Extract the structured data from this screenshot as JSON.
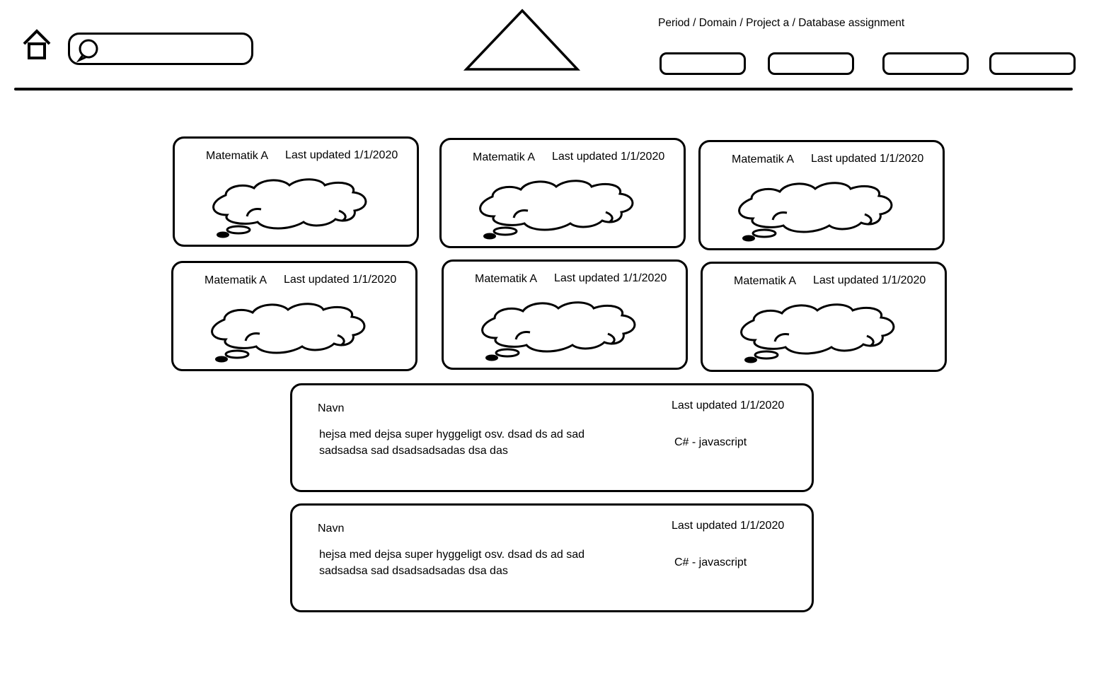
{
  "header": {
    "search": {
      "placeholder": ""
    },
    "breadcrumb": [
      "Period",
      "Domain",
      "Project a",
      "Database assignment"
    ],
    "breadcrumb_separator": "/",
    "nav_buttons": [
      "",
      "",
      "",
      ""
    ]
  },
  "cards": [
    {
      "title": "Matematik A",
      "updated": "Last updated 1/1/2020"
    },
    {
      "title": "Matematik A",
      "updated": "Last updated 1/1/2020"
    },
    {
      "title": "Matematik A",
      "updated": "Last updated 1/1/2020"
    },
    {
      "title": "Matematik A",
      "updated": "Last updated 1/1/2020"
    },
    {
      "title": "Matematik A",
      "updated": "Last updated 1/1/2020"
    },
    {
      "title": "Matematik A",
      "updated": "Last updated 1/1/2020"
    }
  ],
  "projects": [
    {
      "name": "Navn",
      "updated": "Last updated 1/1/2020",
      "description": "hejsa med dejsa super hyggeligt osv. dsad ds ad sad sadsadsa sad dsadsadsadas dsa das",
      "tech": "C# - javascript"
    },
    {
      "name": "Navn",
      "updated": "Last updated 1/1/2020",
      "description": "hejsa med dejsa super hyggeligt osv. dsad ds ad sad sadsadsa sad dsadsadsadas dsa das",
      "tech": "C# - javascript"
    }
  ],
  "icons": {
    "home": "home-icon",
    "search": "speech-bubble-search-icon",
    "logo": "triangle-logo",
    "card_image": "thought-cloud-icon"
  }
}
